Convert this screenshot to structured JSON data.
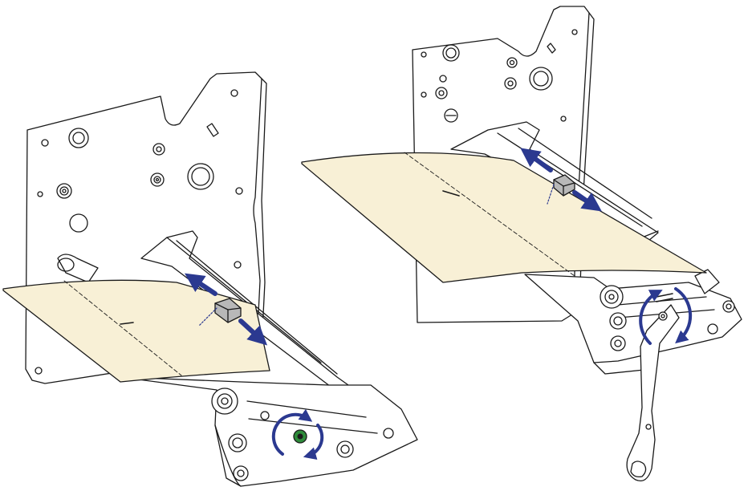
{
  "diagram": {
    "panels": [
      {
        "view": "left",
        "adjuster": "knurled-knob"
      },
      {
        "view": "right",
        "adjuster": "lever"
      }
    ],
    "colors": {
      "line": "#1a1a1a",
      "plate": "#ffffff",
      "media": "#f8f0d6",
      "arrow": "#2b3990",
      "knob": "#2e8b3a",
      "slider": "#b8b8b8"
    },
    "icons": [
      "double-headed-arrow-icon",
      "rotation-arrow-icon",
      "knob-icon",
      "lever-icon"
    ]
  }
}
